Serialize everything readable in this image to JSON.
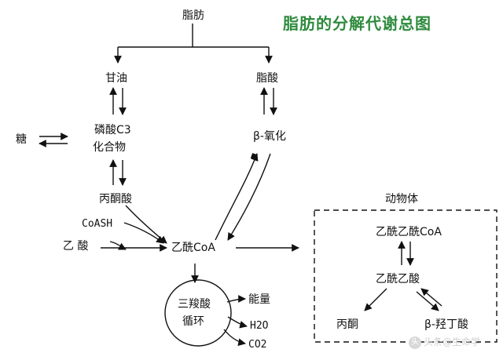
{
  "title": "脂肪的分解代谢总图",
  "nodes": {
    "fat": "脂肪",
    "glycerol": "甘油",
    "fatty_acid": "脂酸",
    "sugar": "糖",
    "phosphate_c3": "磷酸C3",
    "compound": "化合物",
    "beta_oxidation": "β-氧化",
    "pyruvate": "丙酮酸",
    "coash": "CoASH",
    "acetic_acid": "乙 酸",
    "acetyl_coa": "乙酰CoA",
    "tca_line1": "三羧酸",
    "tca_line2": "循环",
    "energy": "能量",
    "water": "H2O",
    "co2": "CO2"
  },
  "animal_box": {
    "label": "动物体",
    "acetoacetyl_coa": "乙酰乙酰CoA",
    "acetoacetate": "乙酰乙酸",
    "acetone": "丙酮",
    "beta_hydroxybutyrate": "β-羟丁酸"
  },
  "watermark": "头条@生命学"
}
